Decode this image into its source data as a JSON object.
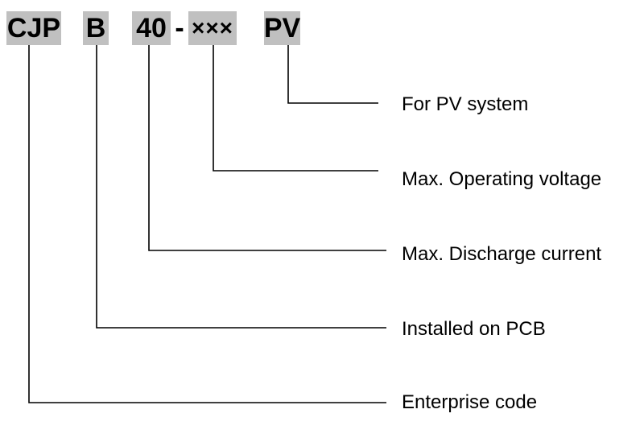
{
  "model_code": {
    "segments": {
      "enterprise": "CJP",
      "mounting": "B",
      "current": "40",
      "separator": "-",
      "voltage": "×××",
      "system": "PV"
    }
  },
  "descriptions": {
    "system": "For PV system",
    "voltage": "Max. Operating voltage",
    "current": "Max. Discharge current",
    "mounting": "Installed on PCB",
    "enterprise": "Enterprise code"
  },
  "colors": {
    "segment_fill": "#c0c0c0",
    "line": "#000000",
    "text": "#000000"
  }
}
